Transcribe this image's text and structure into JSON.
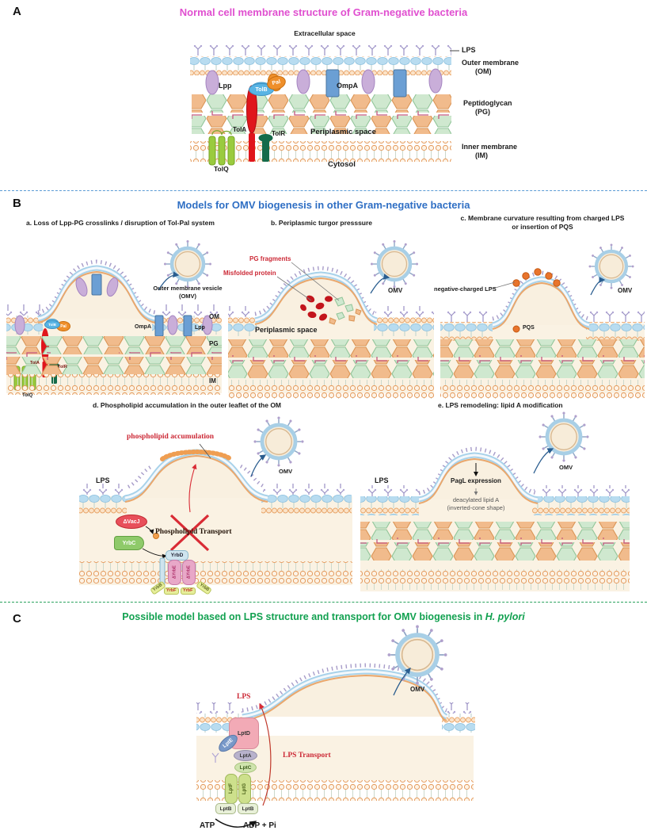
{
  "colors": {
    "panelA_title": "#e04fd0",
    "panelB_title": "#2f6fc4",
    "panelC_title": "#12a150",
    "red_label": "#cc2936",
    "separator_blue": "#5b9bd5",
    "separator_green": "#2aa25e",
    "membrane_caps": "#a8d2ea",
    "inner_leaflet_orange": "#eaa76c"
  },
  "panelA": {
    "letter": "A",
    "title": "Normal cell membrane structure of Gram-negative bacteria",
    "extracellular": "Extracellular space",
    "lps": "LPS",
    "outer_membrane": "Outer membrane",
    "om_abbr": "(OM)",
    "peptidoglycan": "Peptidoglycan",
    "pg_abbr": "(PG)",
    "inner_membrane": "Inner membrane",
    "im_abbr": "(IM)",
    "periplasmic_space": "Periplasmic space",
    "cytosol": "Cytosol",
    "lpp": "Lpp",
    "tolb": "TolB",
    "pal": "Pal",
    "ompa": "OmpA",
    "tola": "TolA",
    "tolr": "TolR",
    "tolq": "TolQ"
  },
  "panelB": {
    "letter": "B",
    "title": "Models for OMV biogenesis in other Gram-negative bacteria",
    "a": {
      "title": "a.  Loss of Lpp-PG crosslinks / disruption of Tol-Pal system",
      "omv_full": "Outer membrane vesicle",
      "omv_abbr": "(OMV)",
      "om": "OM",
      "pg": "PG",
      "im": "IM",
      "ompa": "OmpA",
      "lpp": "Lpp",
      "pal": "Pal",
      "tolb": "TolB",
      "tola": "TolA",
      "tolr": "TolR",
      "tolq": "TolQ"
    },
    "b": {
      "title": "b. Periplasmic turgor presssure",
      "pg_fragments": "PG fragments",
      "misfolded": "Misfolded protein",
      "periplasmic_space": "Periplasmic space",
      "omv": "OMV"
    },
    "c": {
      "title_line1": "c. Membrane curvature resulting from charged LPS",
      "title_line2": "or insertion of PQS",
      "neg_lps": "negative-charged LPS",
      "pqs": "PQS",
      "omv": "OMV"
    },
    "d": {
      "title": "d. Phospholipid accumulation in the outer leaflet of the OM",
      "phospholipid_accum": "phospholipid accumulation",
      "lps": "LPS",
      "omv": "OMV",
      "vacj": "ΔVacJ",
      "yrbc": "YrbC",
      "yrbd": "YrbD",
      "transport": "Phospholipid Transport",
      "yrbe1": "ΔYrbE",
      "yrbe2": "ΔYrbE",
      "yrbb1": "YrbB",
      "yrbf1": "YrbF",
      "yrbf2": "YrbF",
      "yrbb2": "YrbB"
    },
    "e": {
      "title": "e. LPS remodeling: lipid A modification",
      "lps": "LPS",
      "pagl": "PagL expression",
      "deacylated1": "deacylated lipid A",
      "deacylated2": "(inverted-cone shape)",
      "omv": "OMV"
    }
  },
  "panelC": {
    "letter": "C",
    "title_main": "Possible model based on LPS structure and transport for OMV biogenesis in",
    "title_italic": "H. pylori",
    "lps": "LPS",
    "lps_transport": "LPS Transport",
    "omv": "OMV",
    "lptd": "LptD",
    "lpte": "LptE",
    "lpta": "LptA",
    "lptc": "LptC",
    "lptf": "LptF",
    "lptg": "LptG",
    "lptb1": "LptB",
    "lptb2": "LptB",
    "atp": "ATP",
    "adp": "ADP + Pi"
  }
}
